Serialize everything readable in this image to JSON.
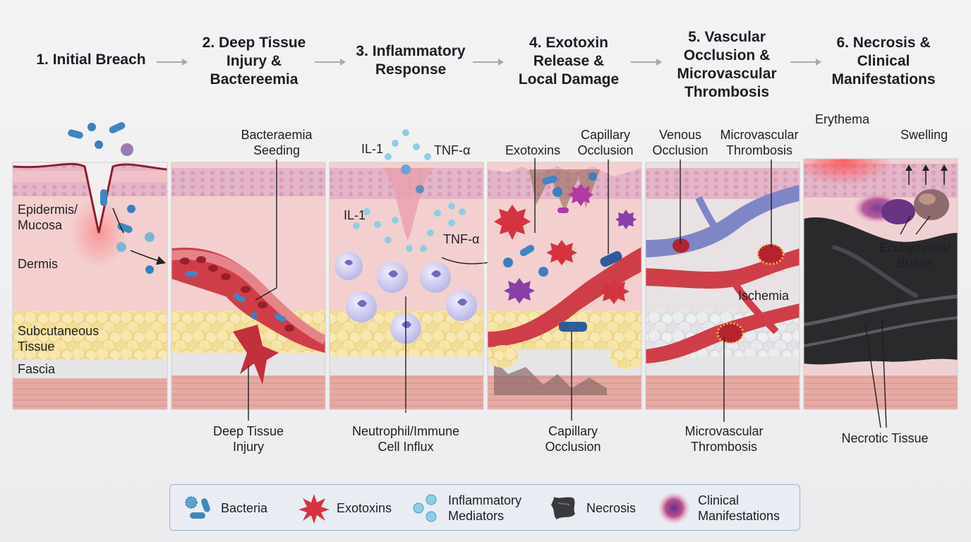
{
  "stages": [
    {
      "title": "1. Initial Breach"
    },
    {
      "title": "2. Deep Tissue\nInjury &\nBactereemia"
    },
    {
      "title": "3. Inflammatory\nResponse"
    },
    {
      "title": "4. Exotoxin\nRelease &\nLocal Damage"
    },
    {
      "title": "5. Vascular\nOcclusion &\nMicrovascular\nThrombosis"
    },
    {
      "title": "6. Necrosis &\nClinical\nManifestations"
    }
  ],
  "layers": {
    "epidermis": "Epidermis/\nMucosa",
    "dermis": "Dermis",
    "subcutaneous": "Subcutaneous\nTissue",
    "fascia": "Fascia"
  },
  "annotations": {
    "bacteraemia_seeding": "Bacteraemia\nSeeding",
    "deep_tissue_injury": "Deep Tissue\nInjury",
    "il1_top": "IL-1",
    "tnf_top": "TNF-α",
    "il1_mid": "IL-1",
    "tnf_mid": "TNF-α",
    "neutrophil_influx": "Neutrophil/Immune\nCell Influx",
    "exotoxins": "Exotoxins",
    "capillary_occlusion_top": "Capillary\nOcclusion",
    "capillary_occlusion_bottom": "Capillary\nOcclusion",
    "venous_occlusion": "Venous\nOcclusion",
    "microvascular_thrombosis_top": "Microvascular\nThrombosis",
    "ischemia": "Ischemia",
    "microvascular_thrombosis_bottom": "Microvascular\nThrombosis",
    "erythema": "Erythema",
    "swelling": "Swelling",
    "ecchymosis": "Ecchymosis/\nBullae",
    "necrotic_tissue": "Necrotic Tissue"
  },
  "legend": [
    {
      "icon": "bacteria-icon",
      "label": "Bacteria"
    },
    {
      "icon": "exotoxin-icon",
      "label": "Exotoxins"
    },
    {
      "icon": "inflammatory-mediator-icon",
      "label": "Inflammatory\nMediators"
    },
    {
      "icon": "necrosis-icon",
      "label": "Necrosis"
    },
    {
      "icon": "clinical-manifestation-icon",
      "label": "Clinical\nManifestations"
    }
  ],
  "colors": {
    "epidermis": "#e9b6be",
    "dermis": "#f4d3d1",
    "subcutaneous": "#f5e3a6",
    "fascia": "#e4e4e7",
    "muscle": "#e3a6a0",
    "vessel": "#c9414a",
    "bacteria": "#3f8ec7",
    "exotoxin": "#d63340",
    "mediator": "#8fcde3",
    "necrosis": "#2b2b2e",
    "clinical": "#8e4aa0"
  }
}
